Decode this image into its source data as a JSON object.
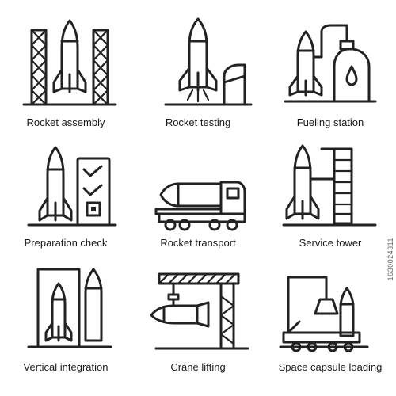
{
  "icons": [
    {
      "label": "Rocket assembly",
      "icon": "rocket-assembly-icon"
    },
    {
      "label": "Rocket testing",
      "icon": "rocket-testing-icon"
    },
    {
      "label": "Fueling station",
      "icon": "fueling-station-icon"
    },
    {
      "label": "Preparation check",
      "icon": "preparation-check-icon"
    },
    {
      "label": "Rocket transport",
      "icon": "rocket-transport-icon"
    },
    {
      "label": "Service tower",
      "icon": "service-tower-icon"
    },
    {
      "label": "Vertical integration",
      "icon": "vertical-integration-icon"
    },
    {
      "label": "Crane lifting",
      "icon": "crane-lifting-icon"
    },
    {
      "label": "Space capsule loading",
      "icon": "space-capsule-loading-icon"
    }
  ],
  "stock_id": "1630024311",
  "colors": {
    "stroke": "#222222",
    "background": "#ffffff"
  }
}
